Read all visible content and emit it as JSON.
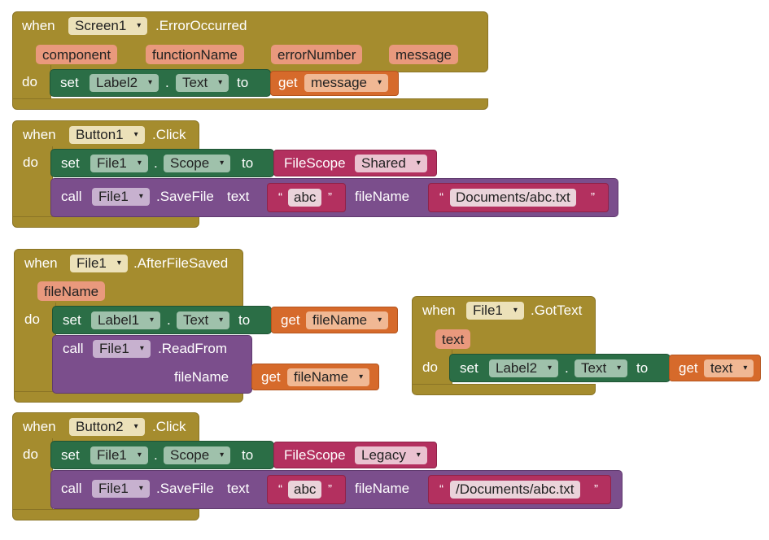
{
  "kw": {
    "when": "when",
    "do": "do",
    "set": "set",
    "to": "to",
    "get": "get",
    "call": "call",
    "dot": ".",
    "quote_open": "“",
    "quote_close": "”"
  },
  "arrow": "▾",
  "blocks": {
    "error": {
      "component": "Screen1",
      "event": ".ErrorOccurred",
      "params": [
        "component",
        "functionName",
        "errorNumber",
        "message"
      ],
      "set_comp": "Label2",
      "set_prop": "Text",
      "get_var": "message"
    },
    "b1click": {
      "component": "Button1",
      "event": ".Click",
      "set_comp": "File1",
      "set_prop": "Scope",
      "scope_label": "FileScope",
      "scope_val": "Shared",
      "call_comp": "File1",
      "method": ".SaveFile",
      "arg1": "text",
      "text_val": "abc",
      "arg2": "fileName",
      "filename_val": "Documents/abc.txt"
    },
    "aftersaved": {
      "component": "File1",
      "event": ".AfterFileSaved",
      "param": "fileName",
      "set_comp": "Label1",
      "set_prop": "Text",
      "get_var": "fileName",
      "call_comp": "File1",
      "method": ".ReadFrom",
      "arg1": "fileName",
      "get_var2": "fileName"
    },
    "gottext": {
      "component": "File1",
      "event": ".GotText",
      "param": "text",
      "set_comp": "Label2",
      "set_prop": "Text",
      "get_var": "text"
    },
    "b2click": {
      "component": "Button2",
      "event": ".Click",
      "set_comp": "File1",
      "set_prop": "Scope",
      "scope_label": "FileScope",
      "scope_val": "Legacy",
      "call_comp": "File1",
      "method": ".SaveFile",
      "arg1": "text",
      "text_val": "abc",
      "arg2": "fileName",
      "filename_val": "/Documents/abc.txt"
    }
  }
}
